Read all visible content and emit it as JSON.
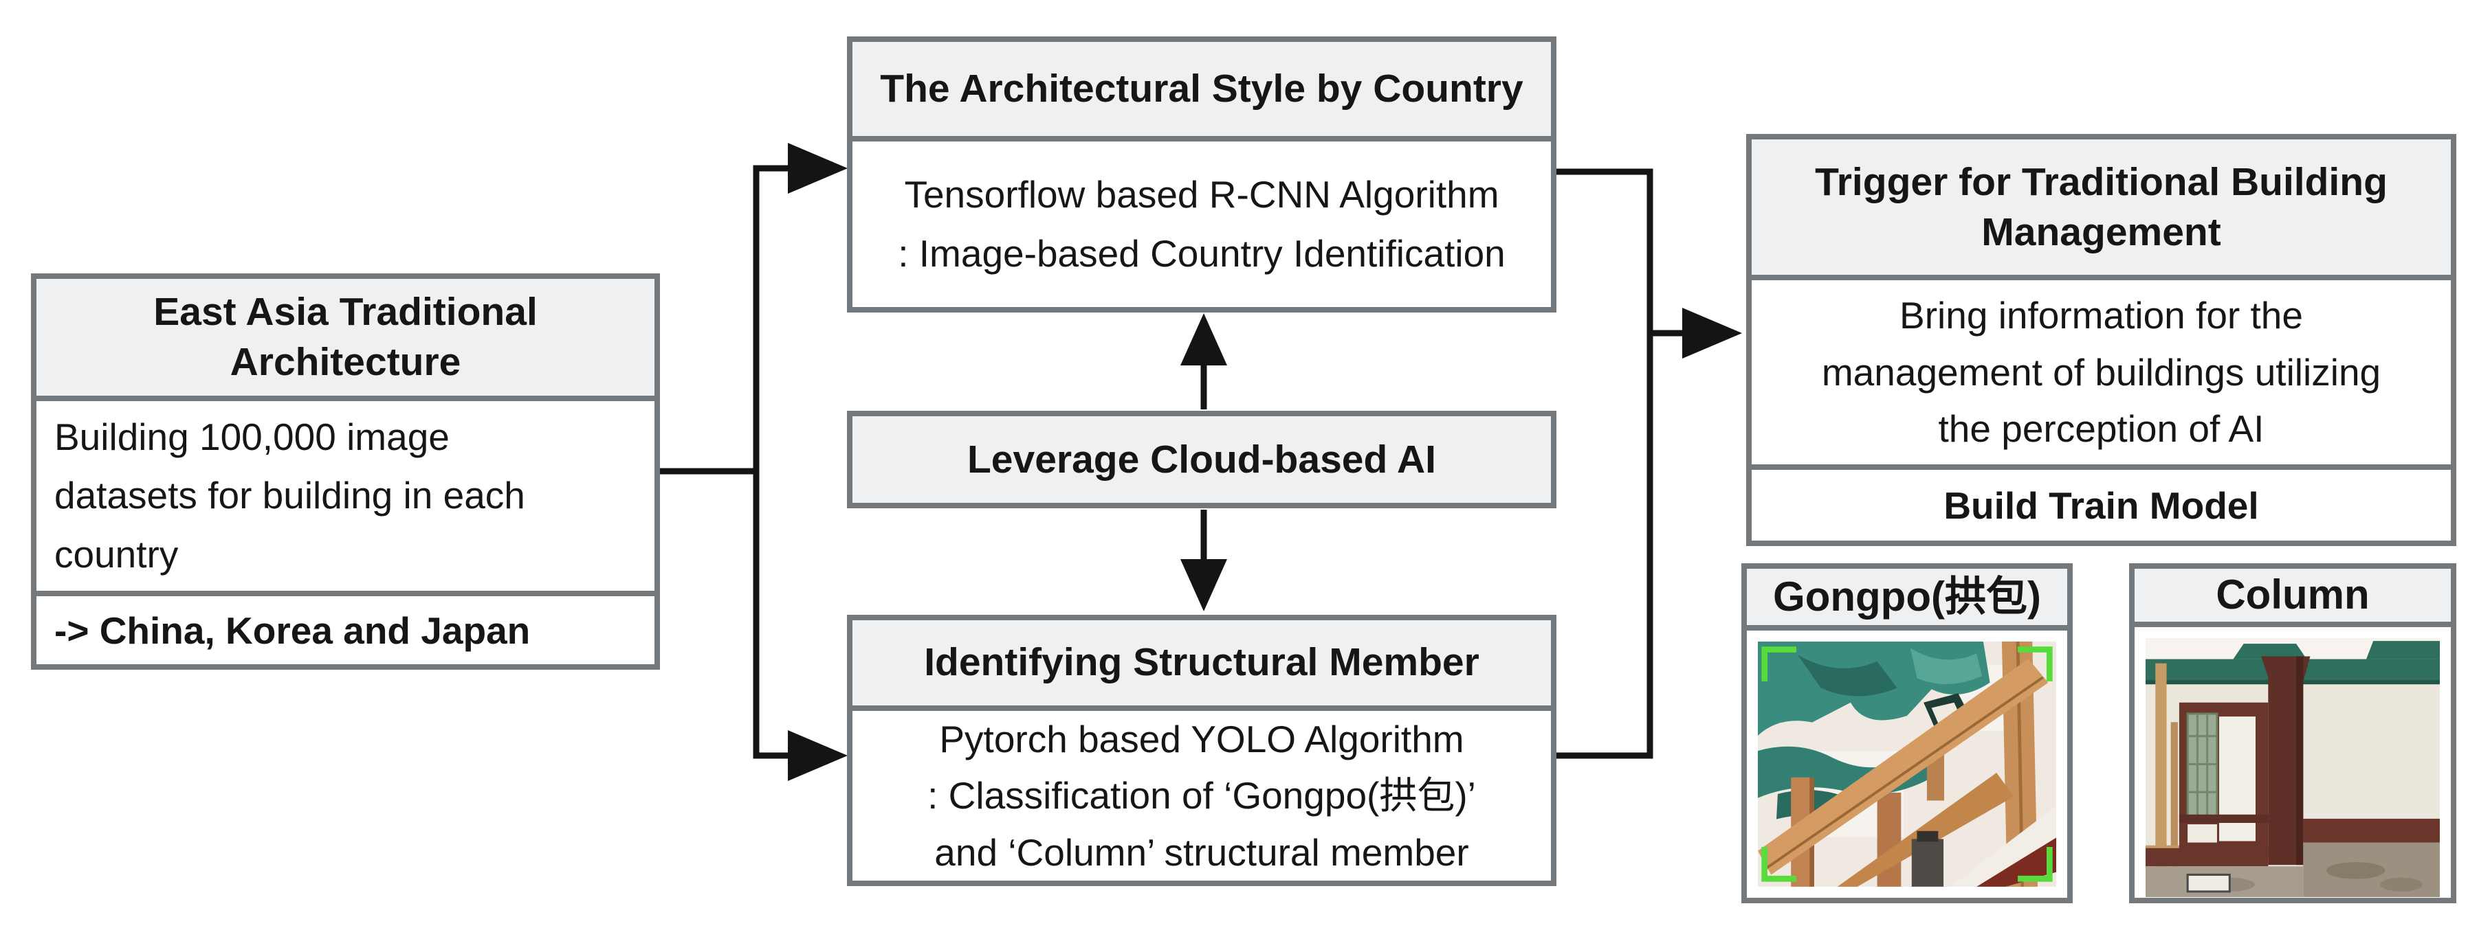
{
  "diagram": {
    "left_box": {
      "title": "East Asia Traditional Architecture",
      "body_lines": [
        "Building 100,000 image",
        "datasets for building in each",
        "country"
      ],
      "footer": "-> China, Korea and Japan"
    },
    "top_box": {
      "title": "The Architectural Style by Country",
      "body_lines": [
        "Tensorflow based R-CNN Algorithm",
        ": Image-based Country Identification"
      ]
    },
    "cloud_box": {
      "title": "Leverage Cloud-based AI"
    },
    "bottom_box": {
      "title": "Identifying Structural Member",
      "body_lines": [
        "Pytorch based YOLO Algorithm",
        ": Classification of ‘Gongpo(拱包)’",
        "and ‘Column’ structural member"
      ]
    },
    "right_box": {
      "title_lines": [
        "Trigger for Traditional Building",
        "Management"
      ],
      "body_lines": [
        "Bring information for the",
        "management of buildings utilizing",
        "the perception of AI"
      ],
      "footer": "Build Train Model"
    },
    "figures": {
      "gongpo": {
        "label": "Gongpo(拱包)"
      },
      "column": {
        "label": "Column"
      }
    },
    "colors": {
      "header_fill": "#eef0f1",
      "box_border": "#73787c",
      "line_color": "#141414",
      "detection_green": "#57dc3c"
    }
  }
}
